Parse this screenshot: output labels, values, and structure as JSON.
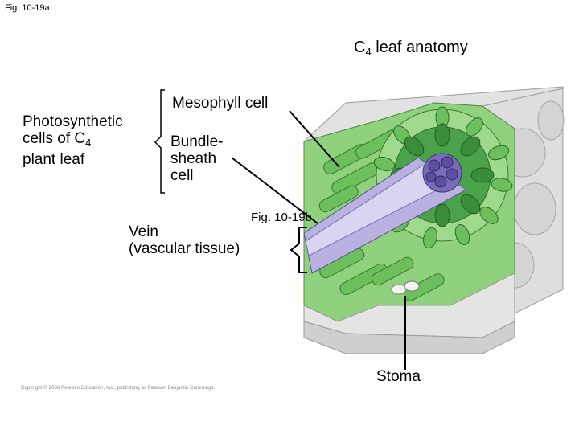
{
  "figure_ref": "Fig. 10-19a",
  "title": {
    "main": "C",
    "sub": "4",
    "rest": " leaf anatomy"
  },
  "photosynthetic_label": {
    "line1": "Photosynthetic",
    "line2_a": "cells of C",
    "line2_sub": "4",
    "line3": "plant leaf"
  },
  "labels": {
    "mesophyll": "Mesophyll cell",
    "bundle_line1": "Bundle-",
    "bundle_line2": "sheath",
    "bundle_line3": "cell",
    "vein_line1": "Vein",
    "vein_line2": "(vascular tissue)",
    "fig_b": "Fig. 10-19b",
    "stoma": "Stoma"
  },
  "copyright": "Copyright © 2008 Pearson Education, Inc., publishing as Pearson Benjamin Cummings.",
  "colors": {
    "mesophyll_green": "#7dc96e",
    "bundle_sheath_green": "#3f9a42",
    "vein_purple": "#8a7fc4",
    "epidermis_gray": "#d8d8d8"
  }
}
